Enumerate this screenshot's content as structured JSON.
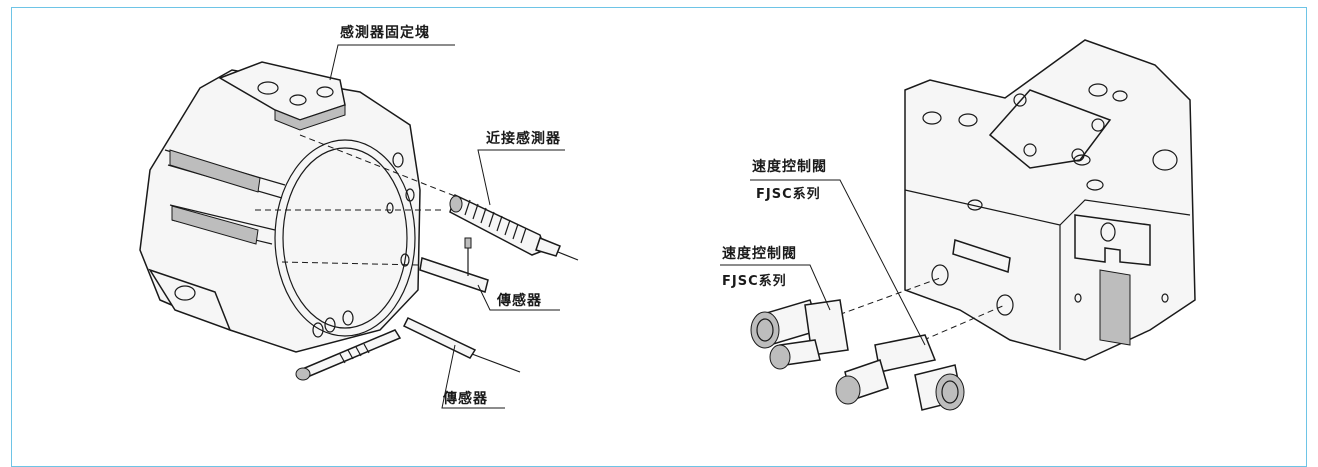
{
  "labels": {
    "sensor_block": "感測器固定塊",
    "proximity_sensor": "近接感測器",
    "sensor_mid": "傳感器",
    "sensor_bottom": "傳感器",
    "speed_valve_top": "速度控制閥",
    "speed_valve_top_series": "FJSC系列",
    "speed_valve_left": "速度控制閥",
    "speed_valve_left_series": "FJSC系列"
  },
  "colors": {
    "frame": "#6ec4e6",
    "ink": "#1a1a1a"
  }
}
